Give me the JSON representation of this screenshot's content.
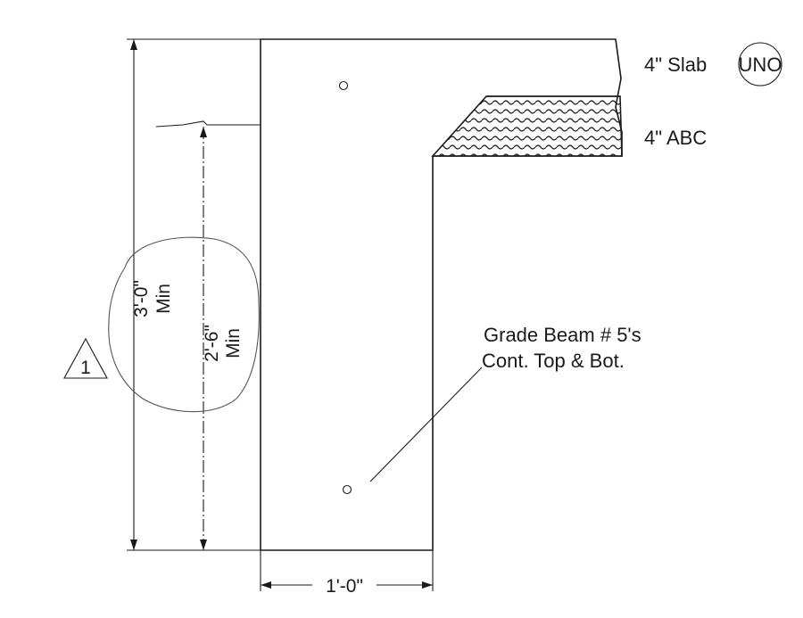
{
  "labels": {
    "slab": "4\" Slab",
    "uno": "UNO",
    "abc": "4\" ABC",
    "grade_beam_line1": "Grade Beam # 5's",
    "grade_beam_line2": "Cont. Top & Bot."
  },
  "dimensions": {
    "overall_depth": "3'-0\"",
    "overall_depth_note": "Min",
    "embed_depth": "2'-6\"",
    "embed_depth_note": "Min",
    "width": "1'-0\""
  },
  "revision": {
    "number": "1"
  }
}
